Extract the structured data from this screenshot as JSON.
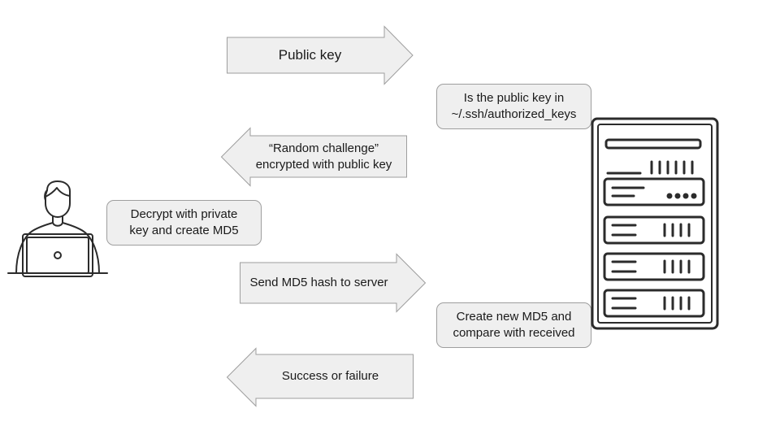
{
  "arrows": [
    {
      "text": "Public key",
      "direction": "right"
    },
    {
      "line1": "“Random challenge”",
      "line2": "encrypted with public key",
      "direction": "left"
    },
    {
      "text": "Send MD5 hash to server",
      "direction": "right"
    },
    {
      "text": "Success or failure",
      "direction": "left"
    }
  ],
  "boxes": [
    {
      "line1": "Is the public key in",
      "line2": "~/.ssh/authorized_keys"
    },
    {
      "line1": "Decrypt with private",
      "line2": "key and create MD5"
    },
    {
      "line1": "Create new MD5 and",
      "line2": "compare with received"
    }
  ],
  "icons": {
    "client": "user-with-laptop-icon",
    "server": "server-rack-icon"
  },
  "colors": {
    "shape_fill": "#efefef",
    "shape_stroke": "#9e9e9e",
    "icon_stroke": "#2b2b2b"
  }
}
